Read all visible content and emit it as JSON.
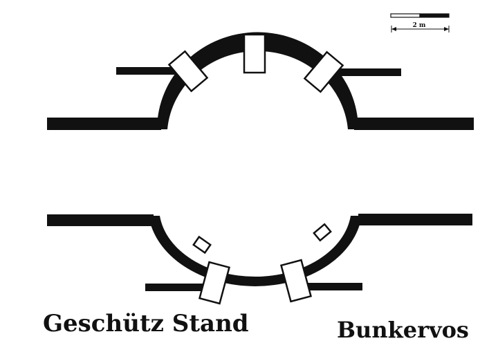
{
  "scale_bar": {
    "label": "2 m"
  },
  "captions": {
    "left": "Geschütz Stand",
    "right": "Bunkervos"
  },
  "colors": {
    "ink": "#111111",
    "paper": "#ffffff"
  }
}
